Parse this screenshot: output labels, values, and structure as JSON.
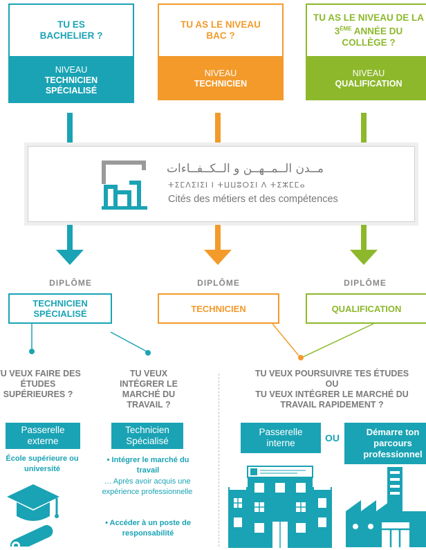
{
  "columns": [
    {
      "question": "TU ES BACHELIER ?",
      "level_line1": "NIVEAU",
      "level_line2": "TECHNICIEN SPÉCIALISÉ"
    },
    {
      "question": "TU AS LE NIVEAU BAC ?",
      "level_line1": "NIVEAU",
      "level_line2": "TECHNICIEN"
    },
    {
      "question_pre": "TU AS LE NIVEAU DE LA 3",
      "question_sup": "ÈME",
      "question_post": " ANNÉE DU COLLÈGE ?",
      "level_line1": "NIVEAU",
      "level_line2": "QUALIFICATION"
    }
  ],
  "logo": {
    "arabic": "مــدن الــمــهــن و الــكــفــاءات",
    "tifinagh": "ⵜⵉⵎⴷⵉⵏⵉⵏ ⵏ ⵜⵡⵡⵓⵔⵉⵏ ⴷ ⵜⵉⵣⵎⵎⴰ",
    "french": "Cités des métiers et des compétences"
  },
  "diplomas": [
    {
      "label": "DIPLÔME",
      "title": "TECHNICIEN SPÉCIALISÉ"
    },
    {
      "label": "DIPLÔME",
      "title": "TECHNICIEN"
    },
    {
      "label": "DIPLÔME",
      "title": "QUALIFICATION"
    }
  ],
  "paths": {
    "studies": {
      "question": "TU VEUX FAIRE DES ÉTUDES SUPÉRIEURES ?",
      "button": "Passerelle externe",
      "note": "École supérieure ou université"
    },
    "market": {
      "question": "TU VEUX INTÉGRER LE MARCHÉ DU TRAVAIL ?",
      "button": "Technicien Spécialisé",
      "bullet1": "• Intégrer le marché du travail",
      "bullet1_sub": "… Après avoir acquis une expérience professionnelle",
      "bullet2": "• Accéder à un poste de responsabilité"
    },
    "continue": {
      "question_line1": "TU VEUX POURSUIVRE TES ÉTUDES",
      "question_or": "OU",
      "question_line2": "TU VEUX INTÉGRER LE MARCHÉ DU TRAVAIL RAPIDEMENT ?",
      "button_left": "Passerelle interne",
      "or_label": "OU",
      "button_right": "Démarre ton parcours professionnel"
    }
  },
  "colors": {
    "teal": "#1aa3b4",
    "orange": "#f39a2b",
    "green": "#8db82c",
    "gray": "#7a7a7a"
  }
}
